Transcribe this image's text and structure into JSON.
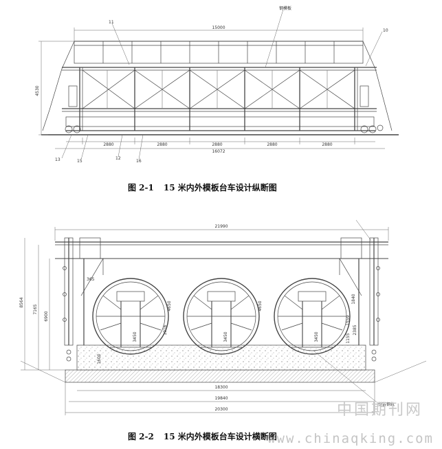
{
  "figure1": {
    "caption_number": "图 2-1",
    "caption_title": "15 米内外模板台车设计纵断图",
    "dimensions": {
      "top_span": "15000",
      "height": "4530",
      "bottom_total": "16072",
      "spacings": [
        "2880",
        "2880",
        "2880",
        "2880",
        "2880"
      ]
    },
    "callouts": [
      "11",
      "钢模板",
      "10",
      "13",
      "15",
      "12",
      "16"
    ]
  },
  "figure2": {
    "caption_number": "图 2-2",
    "caption_title": "15 米内外模板台车设计横断图",
    "dimensions": {
      "top_width": "21990",
      "height_total": "8564",
      "height_mid": "7165",
      "height_inner": "6900",
      "width_18300": "18300",
      "width_19840": "19840",
      "width_20300": "20300",
      "ring_height": "4650",
      "ring_lower": "3450",
      "ring_small": "1916",
      "ring_base": "1600",
      "offset": "365",
      "right_dims": [
        "1840",
        "1559",
        "1155",
        "2385"
      ]
    },
    "callouts": [
      "拼装钢轨"
    ]
  },
  "watermark": {
    "cn": "中国期刊网",
    "url": "www.chinaqking.com"
  }
}
